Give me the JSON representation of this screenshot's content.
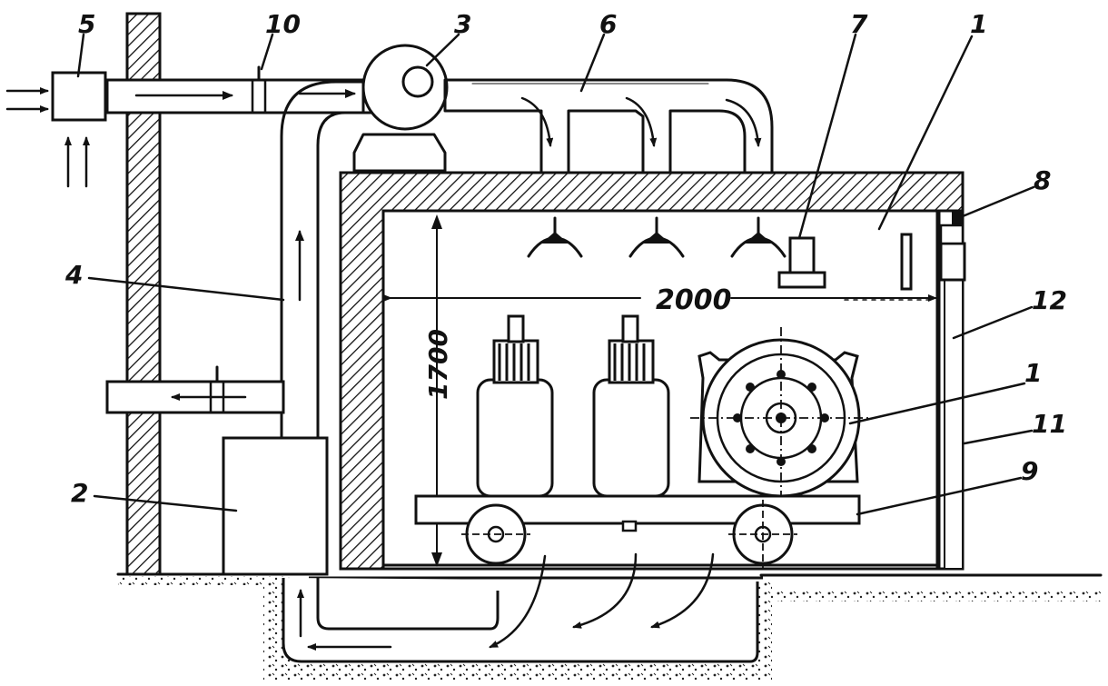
{
  "labels": {
    "l1a": "1",
    "l1b": "1",
    "l2": "2",
    "l3": "3",
    "l4": "4",
    "l5": "5",
    "l6": "6",
    "l7": "7",
    "l8": "8",
    "l9": "9",
    "l10": "10",
    "l11": "11",
    "l12": "12"
  },
  "dimensions": {
    "width": "2000",
    "height": "1700"
  }
}
